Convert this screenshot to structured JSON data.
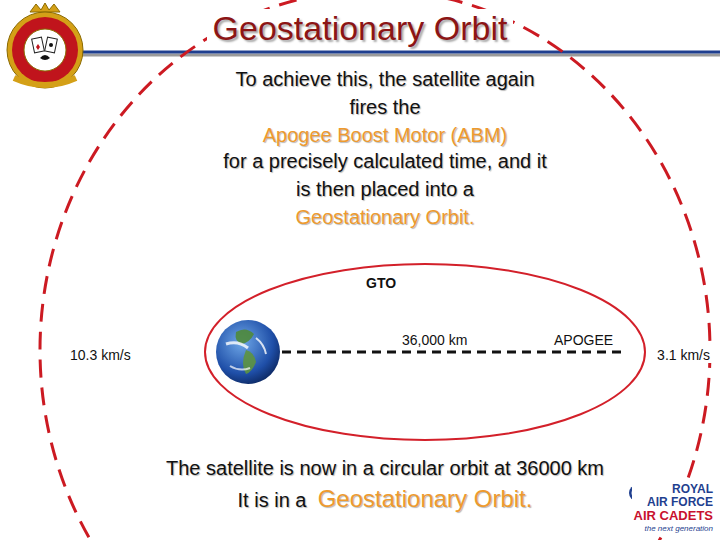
{
  "diagram": {
    "title": "Geostationary Orbit",
    "labels": [
      "To achieve this, the satellite again fires the",
      "Apogee Boost Motor (ABM)",
      "for a precisely calculated time, and it is then placed into a",
      "Geostationary Orbit.",
      "GTO",
      "10.3 km/s",
      "36,000 km",
      "APOGEE",
      "3.1 km/s",
      "The satellite is now in a circular orbit at 36000 km",
      "It is in a",
      "Geostationary Orbit.",
      "ROYAL",
      "AIR FORCE",
      "AIR CADETS",
      "the next generation"
    ]
  }
}
